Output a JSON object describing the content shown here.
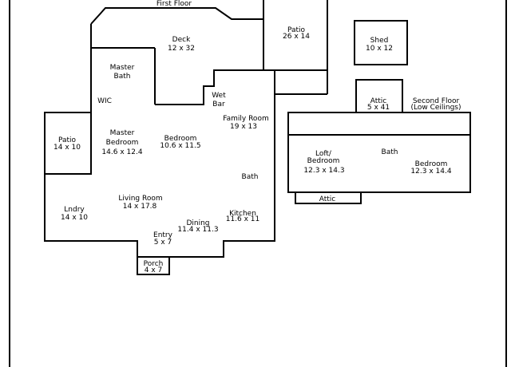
{
  "colors": {
    "line": "#000000",
    "background": "#ffffff"
  },
  "floors": {
    "first": {
      "title": "First Floor",
      "rooms": {
        "deck": {
          "name": "Deck",
          "size": "12 x 32"
        },
        "patio_top": {
          "name": "Patio",
          "size": "26 x 14"
        },
        "master_bath": {
          "name": "Master",
          "name2": "Bath"
        },
        "wic": {
          "name": "WIC"
        },
        "wet_bar": {
          "name": "Wet",
          "name2": "Bar"
        },
        "patio_left": {
          "name": "Patio",
          "size": "14 x 10"
        },
        "master_bedroom": {
          "name": "Master",
          "name2": "Bedroom",
          "size": "14.6 x 12.4"
        },
        "bedroom": {
          "name": "Bedroom",
          "size": "10.6 x 11.5"
        },
        "family_room": {
          "name": "Family Room",
          "size": "19 x 13"
        },
        "bath": {
          "name": "Bath"
        },
        "laundry": {
          "name": "Lndry",
          "size": "14 x 10"
        },
        "living_room": {
          "name": "Living Room",
          "size": "14 x 17.8"
        },
        "kitchen": {
          "name": "Kitchen",
          "size": "11.6 x 11"
        },
        "dining": {
          "name": "Dining",
          "size": "11.4 x 11.3"
        },
        "entry": {
          "name": "Entry",
          "size": "5 x 7"
        },
        "porch": {
          "name": "Porch",
          "size": "4 x 7"
        }
      }
    },
    "shed": {
      "name": "Shed",
      "size": "10 x 12"
    },
    "second": {
      "title": "Second Floor",
      "subtitle": "(Low Ceilings)",
      "rooms": {
        "attic_top": {
          "name": "Attic",
          "size": "5 x 41"
        },
        "loft": {
          "name": "Loft/",
          "name2": "Bedroom",
          "size": "12.3 x 14.3"
        },
        "bath": {
          "name": "Bath"
        },
        "bedroom": {
          "name": "Bedroom",
          "size": "12.3 x 14.4"
        },
        "attic_bottom": {
          "name": "Attic"
        }
      }
    }
  }
}
